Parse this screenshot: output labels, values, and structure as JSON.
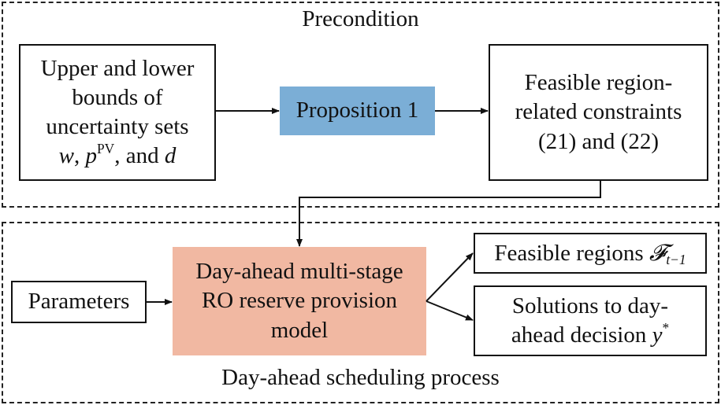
{
  "sections": {
    "precondition_title": "Precondition",
    "scheduling_title": "Day-ahead scheduling process"
  },
  "boxes": {
    "upper_lower": {
      "line1": "Upper and lower",
      "line2": "bounds of",
      "line3": "uncertainty sets",
      "line4_w": "w",
      "line4_sep1": ", ",
      "line4_p": "p",
      "line4_p_sup": "PV",
      "line4_and": ", and ",
      "line4_d": "d"
    },
    "proposition": {
      "label": "Proposition 1"
    },
    "feasible_constraints": {
      "line1": "Feasible region-",
      "line2": "related constraints",
      "line3": "(21) and (22)"
    },
    "parameters": {
      "label": "Parameters"
    },
    "model": {
      "line1": "Day-ahead multi-stage",
      "line2": "RO reserve provision",
      "line3": "model"
    },
    "feasible_regions": {
      "text": "Feasible regions ",
      "symbol": "𝓕",
      "sub": "t−1"
    },
    "solutions": {
      "line1": "Solutions to day-",
      "line2": "ahead decision ",
      "symbol": "y",
      "sup": "*"
    }
  },
  "colors": {
    "proposition_fill": "#7baed6",
    "model_fill": "#f1b8a2",
    "stroke": "#111111"
  }
}
